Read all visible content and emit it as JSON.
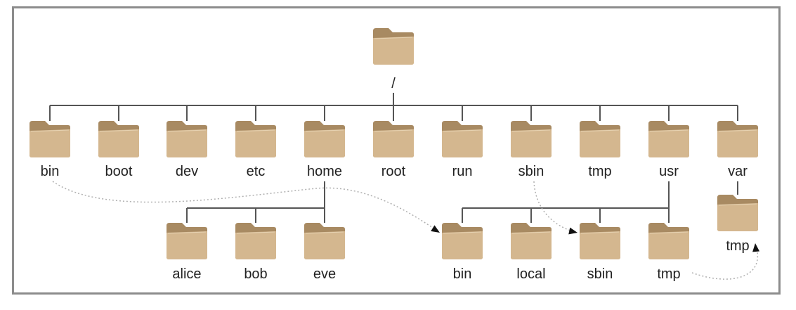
{
  "diagram": {
    "root": {
      "name": "/"
    },
    "top_level": [
      "bin",
      "boot",
      "dev",
      "etc",
      "home",
      "root",
      "run",
      "sbin",
      "tmp",
      "usr",
      "var"
    ],
    "home_children": [
      "alice",
      "bob",
      "eve"
    ],
    "usr_children": [
      "bin",
      "local",
      "sbin",
      "tmp"
    ],
    "var_children": [
      "tmp"
    ],
    "links": [
      {
        "from": "/bin",
        "to": "/usr/bin"
      },
      {
        "from": "/sbin",
        "to": "/usr/sbin"
      },
      {
        "from": "/usr/tmp",
        "to": "/var/tmp"
      }
    ],
    "colors": {
      "folder_front": "#d4b78f",
      "folder_back": "#a88a62",
      "line": "#555555",
      "frame": "#8c8c8c"
    }
  }
}
